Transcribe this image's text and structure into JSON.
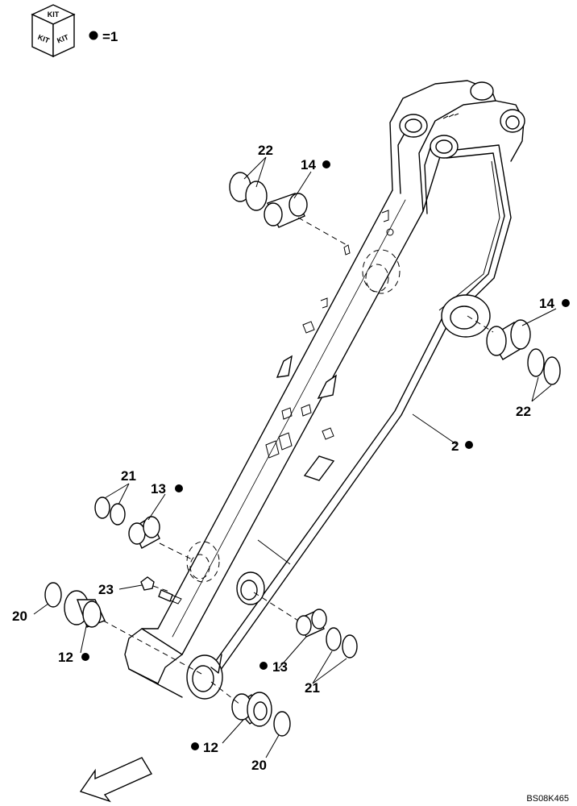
{
  "legend": {
    "kit_words": [
      "KIT",
      "KIT",
      "KIT"
    ],
    "equals": "=1"
  },
  "labels": [
    {
      "id": "l22a",
      "text": "22"
    },
    {
      "id": "l14a",
      "text": "14"
    },
    {
      "id": "l14b",
      "text": "14"
    },
    {
      "id": "l22b",
      "text": "22"
    },
    {
      "id": "l2",
      "text": "2"
    },
    {
      "id": "l21a",
      "text": "21"
    },
    {
      "id": "l13a",
      "text": "13"
    },
    {
      "id": "l23",
      "text": "23"
    },
    {
      "id": "l20a",
      "text": "20"
    },
    {
      "id": "l12a",
      "text": "12"
    },
    {
      "id": "l13b",
      "text": "13"
    },
    {
      "id": "l21b",
      "text": "21"
    },
    {
      "id": "l12b",
      "text": "12"
    },
    {
      "id": "l20b",
      "text": "20"
    }
  ],
  "reference": "BS08K465"
}
